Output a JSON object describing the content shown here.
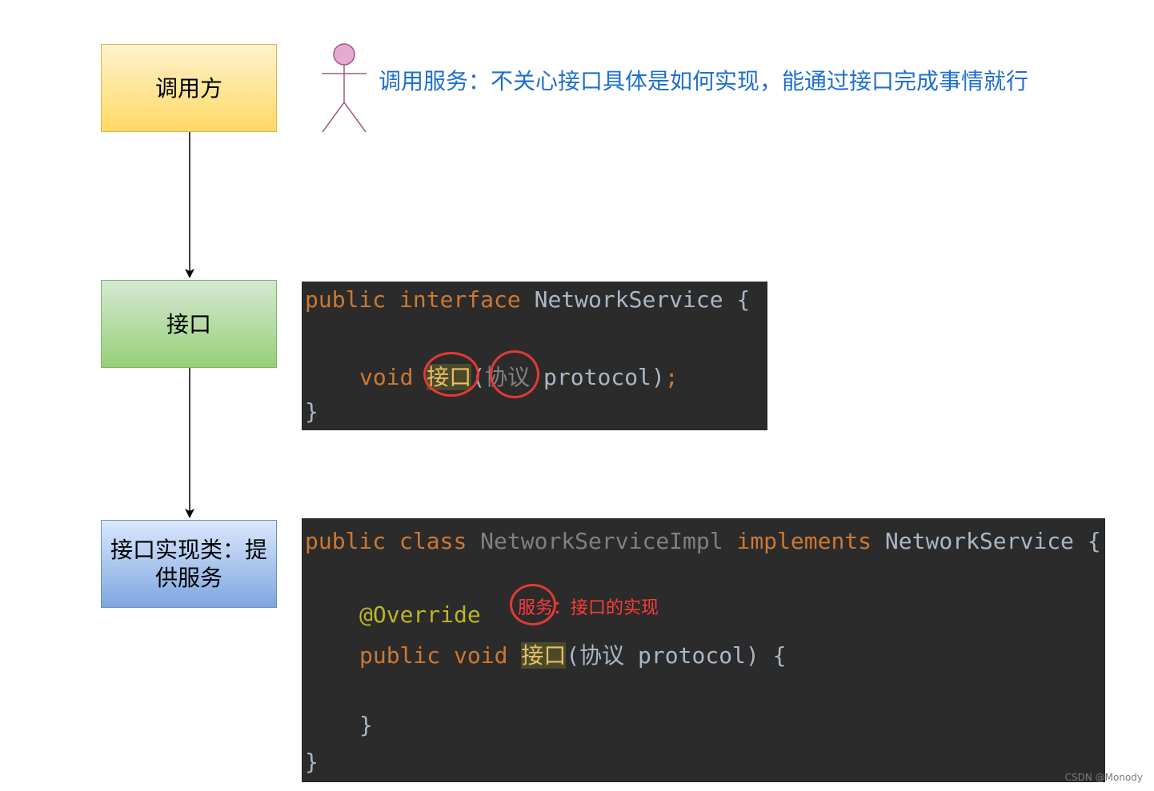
{
  "boxes": {
    "caller": "调用方",
    "interface": "接口",
    "impl_line1": "接口实现类：提",
    "impl_line2": "供服务"
  },
  "actor_label": "调用服务：不关心接口具体是如何实现，能通过接口完成事情就行",
  "code_interface": {
    "kw_public": "public",
    "kw_interface": "interface",
    "name": "NetworkService",
    "brace_open": "{",
    "kw_void": "void",
    "method": "接口",
    "paren_open": "(",
    "param_type": "协议",
    "param_rest": " protocol)",
    "semicolon": ";",
    "brace_close": "}"
  },
  "code_impl": {
    "kw_public": "public",
    "kw_class": "class",
    "class_name": "NetworkServiceImpl",
    "kw_implements": "implements",
    "iface_name": "NetworkService",
    "brace_open": "{",
    "annotation": "@Override",
    "kw_public2": "public",
    "kw_void": "void",
    "method": "接口",
    "params": "(协议 protocol) {",
    "inner_close": "}",
    "outer_close": "}",
    "note_circled": "服务",
    "note_rest": "：接口的实现"
  },
  "watermark": "CSDN @Monody",
  "colors": {
    "keyword": "#cc7832",
    "annotation": "#bbb529",
    "highlight": "#e8bf6a",
    "circle": "#e53935",
    "label_blue": "#1f6fd1"
  }
}
